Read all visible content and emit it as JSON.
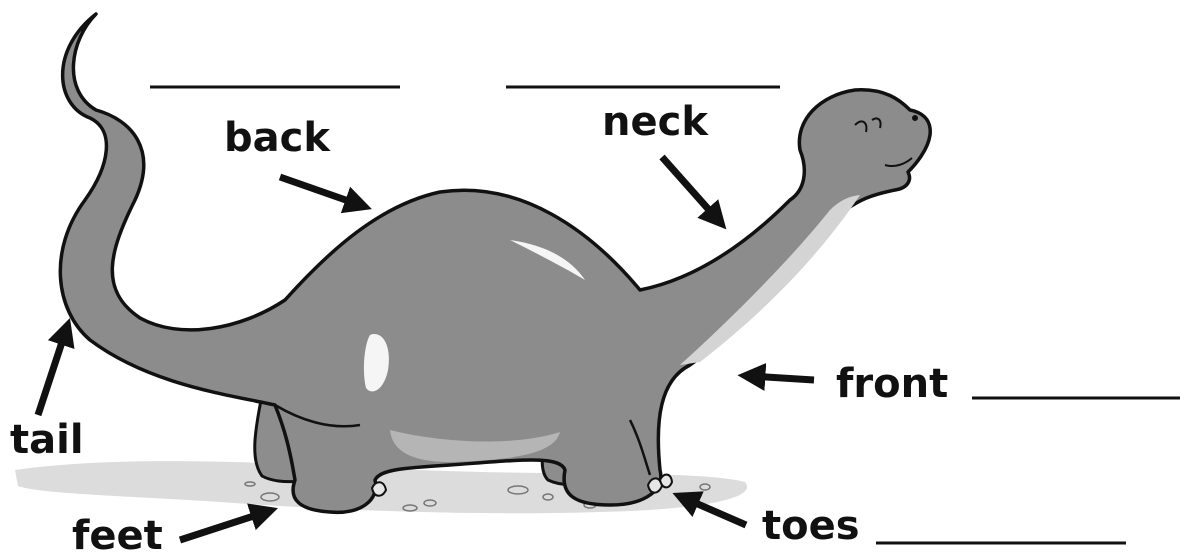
{
  "labels": {
    "back": "back",
    "neck": "neck",
    "tail": "tail",
    "feet": "feet",
    "front": "front",
    "toes": "toes"
  },
  "colors": {
    "ink": "#111111",
    "body": "#8a8a8a",
    "body_light": "#a9a9a9",
    "ground": "#d6d6d6"
  }
}
